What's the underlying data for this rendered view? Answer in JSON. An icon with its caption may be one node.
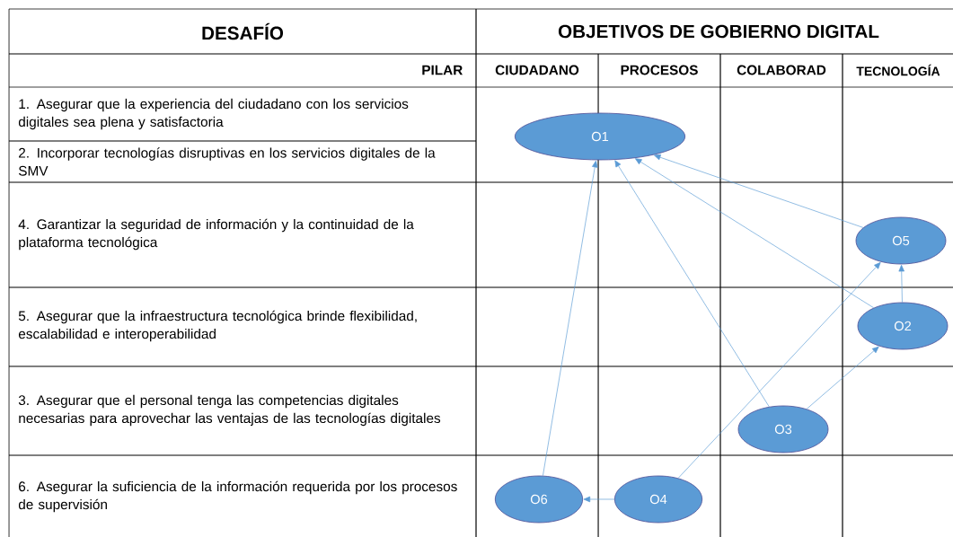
{
  "diagram": {
    "nodes": [
      {
        "text": [
          "O1"
        ]
      },
      {
        "text": [
          "O5"
        ]
      },
      {
        "text": [
          "O2"
        ]
      },
      {
        "text": [
          "O3"
        ]
      },
      {
        "text": [
          "O6"
        ]
      },
      {
        "text": [
          "O4"
        ]
      }
    ],
    "edges": [
      {
        "from": 4,
        "to": 0,
        "arrow": "to"
      },
      {
        "from": 3,
        "to": 0,
        "arrow": "to"
      },
      {
        "from": 2,
        "to": 0,
        "arrow": "to"
      },
      {
        "from": 1,
        "to": 0,
        "arrow": "to"
      },
      {
        "from": 5,
        "to": 1,
        "arrow": "to"
      },
      {
        "from": 2,
        "to": 1,
        "arrow": "to"
      },
      {
        "from": 3,
        "to": 2,
        "arrow": "to"
      },
      {
        "from": 5,
        "to": 4,
        "arrow": "to"
      }
    ],
    "labels": [
      "DESAFÍO",
      "OBJETIVOS DE GOBIERNO DIGITAL",
      "PILAR",
      "CIUDADANO",
      "PROCESOS",
      "COLABORAD",
      "TECNOLOGÍA",
      "1. Asegurar que la experiencia del ciudadano con los servicios digitales sea plena y satisfactoria",
      "2. Incorporar tecnologías disruptivas en los servicios digitales de la SMV",
      "4. Garantizar la seguridad de información y la continuidad de la plataforma tecnológica",
      "5. Asegurar que la infraestructura tecnológica brinde flexibilidad, escalabilidad e interoperabilidad",
      "3. Asegurar que el personal tenga las competencias digitales necesarias para aprovechar las ventajas de las tecnologías digitales",
      "6. Asegurar la suficiencia de la información requerida por los procesos  de supervisión"
    ]
  }
}
